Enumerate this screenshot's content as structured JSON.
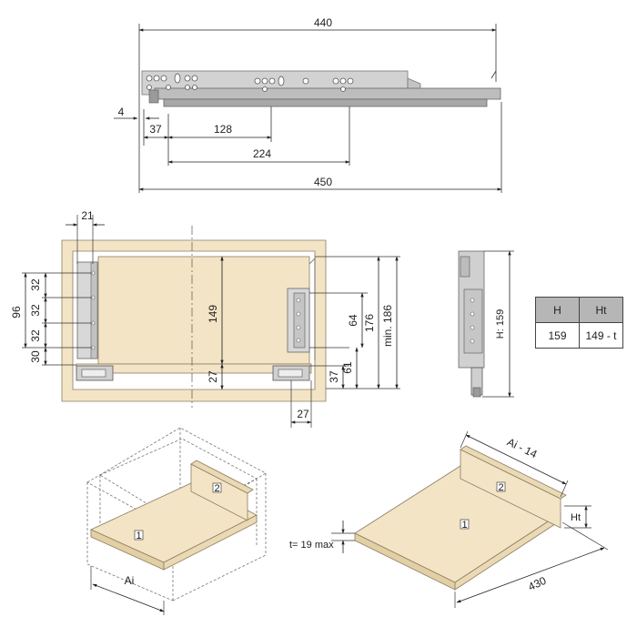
{
  "top_dims": {
    "d440": "440",
    "d4": "4",
    "d37": "37",
    "d128": "128",
    "d224": "224",
    "d450": "450"
  },
  "front_dims": {
    "d21": "21",
    "d96": "96",
    "d32a": "32",
    "d32b": "32",
    "d32c": "32",
    "d30": "30",
    "d149": "149",
    "d27a": "27",
    "d64": "64",
    "d176": "176",
    "d186": "min. 186",
    "d37": "37",
    "d61": "61",
    "d27b": "27"
  },
  "side_dims": {
    "h159": "H: 159"
  },
  "table": {
    "headers": [
      "H",
      "Ht"
    ],
    "row": [
      "159",
      "149 - t"
    ]
  },
  "iso_left": {
    "part1": "1",
    "part2": "2",
    "ai": "Ai"
  },
  "iso_right": {
    "part1": "1",
    "part2": "2",
    "ai14": "Ai - 14",
    "ht": "Ht",
    "t19": "t= 19 max",
    "d430": "430"
  },
  "colors": {
    "wood": "#f3e4c6",
    "wood_edge": "#efdcb2",
    "rail": "#cfcfcf",
    "rail_dark": "#8f8f8f",
    "line": "#333333",
    "header_bg": "#b6b6b6"
  }
}
